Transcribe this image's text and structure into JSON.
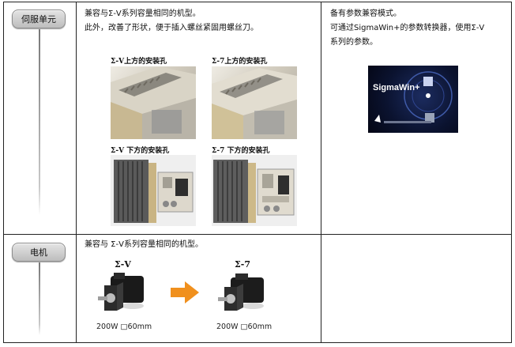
{
  "rows": [
    {
      "label": "伺服单元",
      "col1": {
        "lines": [
          "兼容与Σ-V系列容量相同的机型。",
          "此外，改善了形状，便于插入螺丝紧固用螺丝刀。"
        ],
        "captions": [
          "Σ-V上方的安装孔",
          "Σ-7上方的安装孔",
          "Σ-V 下方的安装孔",
          "Σ-7 下方的安装孔"
        ]
      },
      "col2": {
        "lines": [
          "备有参数兼容模式。",
          "可通过SigmaWin+的参数转换器，使用Σ-V",
          "系列的参数。"
        ],
        "image_text": "SigmaWin+"
      }
    },
    {
      "label": "电机",
      "col1": {
        "lines": [
          "兼容与 Σ-V系列容量相同的机型。"
        ],
        "motor_left_title": "Σ-V",
        "motor_right_title": "Σ-7",
        "motor_left_spec": "200W  □60mm",
        "motor_right_spec": "200W  □60mm"
      }
    }
  ],
  "colors": {
    "arrow": "#f0901e",
    "border": "#222222",
    "pill": "#cfcfcf"
  }
}
